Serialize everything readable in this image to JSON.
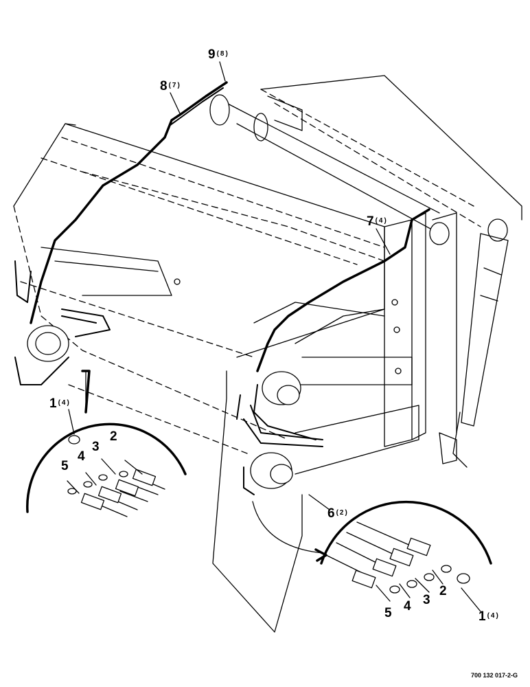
{
  "callouts": {
    "c1_left": {
      "num": "1",
      "qty": "(4)"
    },
    "c2_left": {
      "num": "2"
    },
    "c3_left": {
      "num": "3"
    },
    "c4_left": {
      "num": "4"
    },
    "c5_left": {
      "num": "5"
    },
    "c6": {
      "num": "6",
      "qty": "(2)"
    },
    "c7": {
      "num": "7",
      "qty": "(4)"
    },
    "c8": {
      "num": "8",
      "qty": "(7)"
    },
    "c9": {
      "num": "9",
      "qty": "(8)"
    },
    "c1_right": {
      "num": "1",
      "qty": "(4)"
    },
    "c2_right": {
      "num": "2"
    },
    "c3_right": {
      "num": "3"
    },
    "c4_right": {
      "num": "4"
    },
    "c5_right": {
      "num": "5"
    }
  },
  "figure_id": "700 132 017-2-G"
}
